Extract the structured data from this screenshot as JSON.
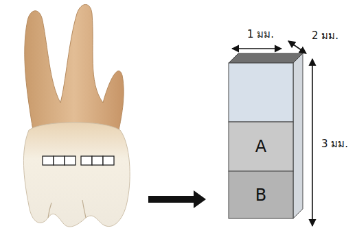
{
  "diagram": {
    "nodes": [
      {
        "text": [
          "A"
        ]
      },
      {
        "text": [
          "B"
        ]
      }
    ],
    "labels": [
      "1 มม.",
      "2 มม.",
      "3 มม."
    ]
  }
}
